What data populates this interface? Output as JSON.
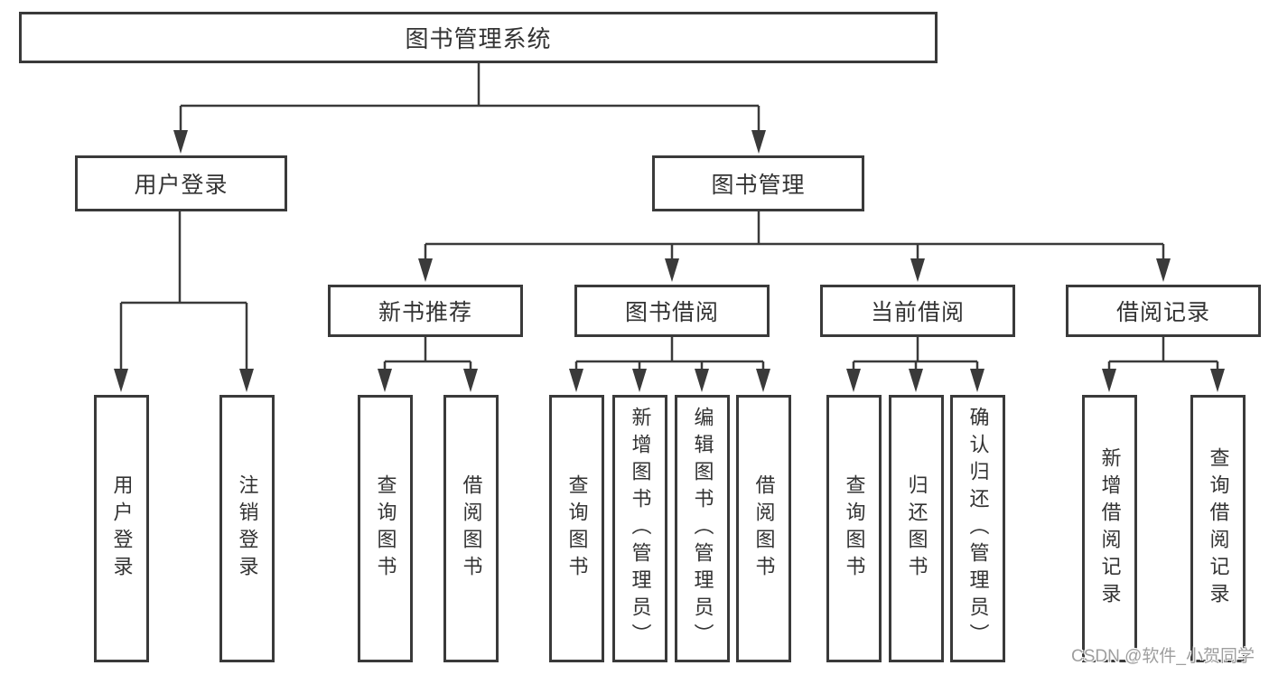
{
  "diagram_title": "图书管理系统",
  "tree": {
    "root": "图书管理系统",
    "branches": [
      {
        "label": "用户登录",
        "children": [
          {
            "label": "用户登录"
          },
          {
            "label": "注销登录"
          }
        ]
      },
      {
        "label": "图书管理",
        "children": [
          {
            "label": "新书推荐",
            "children": [
              {
                "label": "查询图书"
              },
              {
                "label": "借阅图书"
              }
            ]
          },
          {
            "label": "图书借阅",
            "children": [
              {
                "label": "查询图书"
              },
              {
                "label": "新增图书（管理员）"
              },
              {
                "label": "编辑图书（管理员）"
              },
              {
                "label": "借阅图书"
              }
            ]
          },
          {
            "label": "当前借阅",
            "children": [
              {
                "label": "查询图书"
              },
              {
                "label": "归还图书"
              },
              {
                "label": "确认归还（管理员）"
              }
            ]
          },
          {
            "label": "借阅记录",
            "children": [
              {
                "label": "新增借阅记录"
              },
              {
                "label": "查询借阅记录"
              }
            ]
          }
        ]
      }
    ]
  },
  "watermark": "CSDN @软件_小贺同学",
  "colors": {
    "line": "#3a3a3a",
    "box_border": "#3a3a3a",
    "box_background": "#ffffff",
    "text": "#333333",
    "page_background": "#ffffff",
    "watermark_text": "#9e9e9e"
  }
}
